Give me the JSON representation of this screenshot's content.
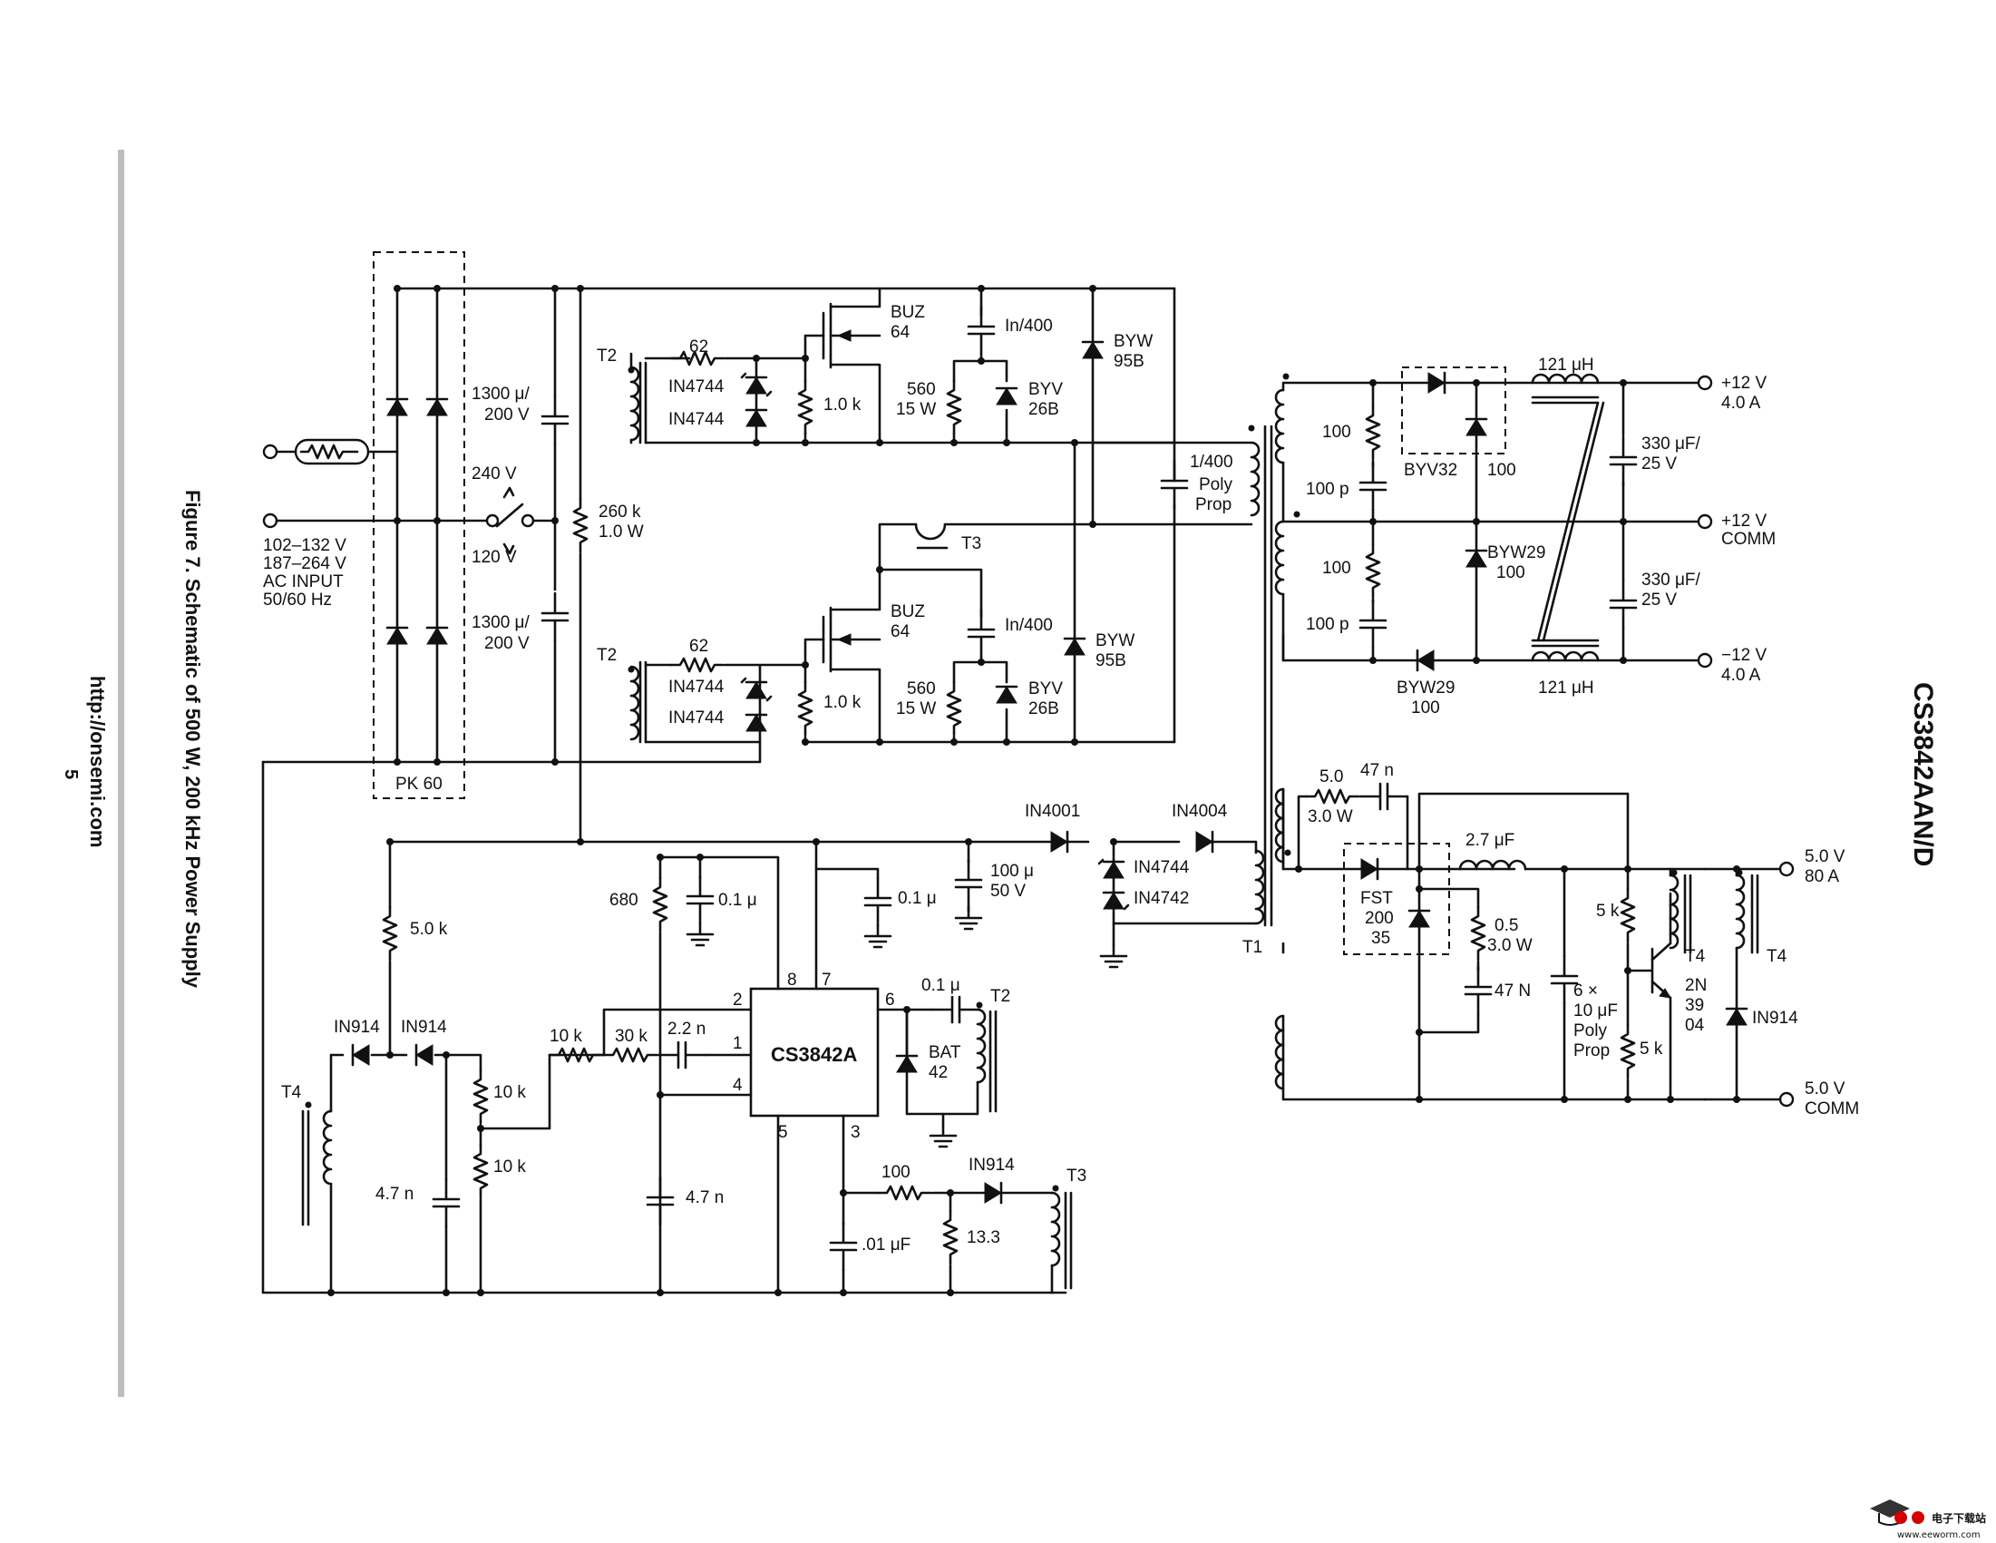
{
  "header": {
    "doc_code": "CS3842AAN/D",
    "figure_caption": "Figure 7. Schematic of 500 W, 200 kHz Power Supply",
    "url": "http://onsemi.com",
    "page_number": "5",
    "watermark_site": "www.eeworm.com",
    "watermark_cn": "电子下载站"
  },
  "input": {
    "voltage1": "102–132 V",
    "voltage2": "187–264 V",
    "ac_input": "AC INPUT",
    "freq": "50/60 Hz",
    "switch_240": "240 V",
    "switch_120": "120 V",
    "bridge": "PK 60",
    "cap_value": "1300 μ/",
    "cap_voltage": "200 V",
    "bleeder_r": "260 k",
    "bleeder_w": "1.0 W"
  },
  "primary": {
    "t2": "T2",
    "t3": "T3",
    "gate_r": "62",
    "zener": "IN4744",
    "gate_pulldown": "1.0 k",
    "mosfet_name": "BUZ",
    "mosfet_num": "64",
    "snub_cap": "In/400",
    "snub_r": "560",
    "snub_w": "15 W",
    "snub_diode_name": "BYV",
    "snub_diode_num": "26B",
    "clamp_diode_name": "BYW",
    "clamp_diode_num": "95B",
    "coupling_cap": "1/400",
    "poly": "Poly",
    "prop": "Prop"
  },
  "control": {
    "d_in4001": "IN4001",
    "d_in4004": "IN4004",
    "z_in4744": "IN4744",
    "z_in4742": "IN4742",
    "vcc_cap": "100 μ",
    "vcc_cap_v": "50 V",
    "decouple": "0.1 μ",
    "r_5k": "5.0 k",
    "r_680": "680",
    "d_in914": "IN914",
    "t4": "T4",
    "r_10k": "10 k",
    "r_30k": "30 k",
    "c_2n2": "2.2 n",
    "c_4n7": "4.7 n",
    "ic": "CS3842A",
    "pin1": "1",
    "pin2": "2",
    "pin3": "3",
    "pin4": "4",
    "pin5": "5",
    "pin6": "6",
    "pin7": "7",
    "pin8": "8",
    "bat_name": "BAT",
    "bat_num": "42",
    "r_100": "100",
    "c_01": ".01 μF",
    "r_13": "13.3",
    "t1": "T1"
  },
  "secondary12": {
    "r100": "100",
    "c100p": "100 p",
    "d_byv32": "BYV32",
    "d_byv32_r": "100",
    "d_byw29": "BYW29",
    "d_byw29_v": "100",
    "inductor": "121 μH",
    "cap": "330 μF/",
    "cap_v": "25 V",
    "plus12": "+12 V",
    "plus12_a": "4.0 A",
    "comm12": "+12 V",
    "comm_label": "COMM",
    "minus12": "−12 V",
    "minus12_a": "4.0 A"
  },
  "secondary5": {
    "r_5": "5.0",
    "r_5_w": "3.0 W",
    "c_47n": "47 n",
    "d_fst": "FST",
    "d_fst_1": "200",
    "d_fst_2": "35",
    "inductor": "2.7 μF",
    "r_05": "0.5",
    "r_05_w": "3.0 W",
    "c_47N": "47 N",
    "cap_count": "6 ×",
    "cap_val": "10 μF",
    "poly": "Poly",
    "prop": "Prop",
    "r_5k": "5 k",
    "q_1": "2N",
    "q_2": "39",
    "q_3": "04",
    "d_in914": "IN914",
    "t4": "T4",
    "out_v": "5.0 V",
    "out_a": "80 A",
    "comm_v": "5.0 V",
    "comm": "COMM"
  }
}
